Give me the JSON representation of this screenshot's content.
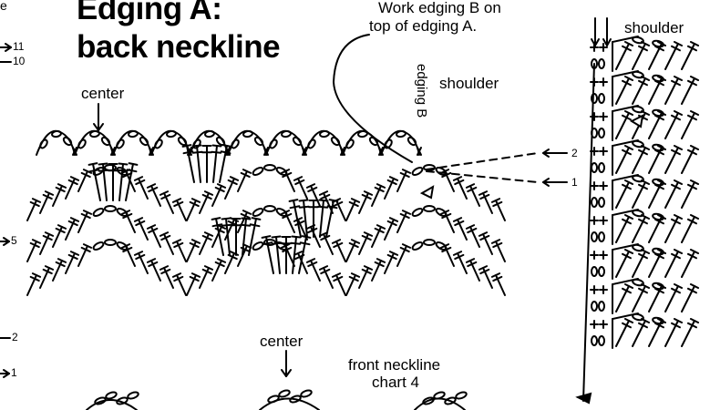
{
  "titles": {
    "line1": "Edging A:",
    "line2": "back neckline"
  },
  "labels": {
    "center_top": "center",
    "center_bottom": "center",
    "shoulder_mid": "shoulder",
    "shoulder_right": "shoulder",
    "edging_b": "edging B",
    "note_line1": "Work edging B on",
    "note_line2": "top of edging A.",
    "front_line1": "front neckline",
    "front_line2": "chart 4",
    "left_partial_top": "e"
  },
  "row_numbers": {
    "r11": "11",
    "r10": "10",
    "r5": "5",
    "r2_left": "2",
    "r1_left": "1",
    "r2_right": "2",
    "r1_right": "1"
  },
  "colors": {
    "ink": "#000000",
    "paper": "#ffffff"
  }
}
